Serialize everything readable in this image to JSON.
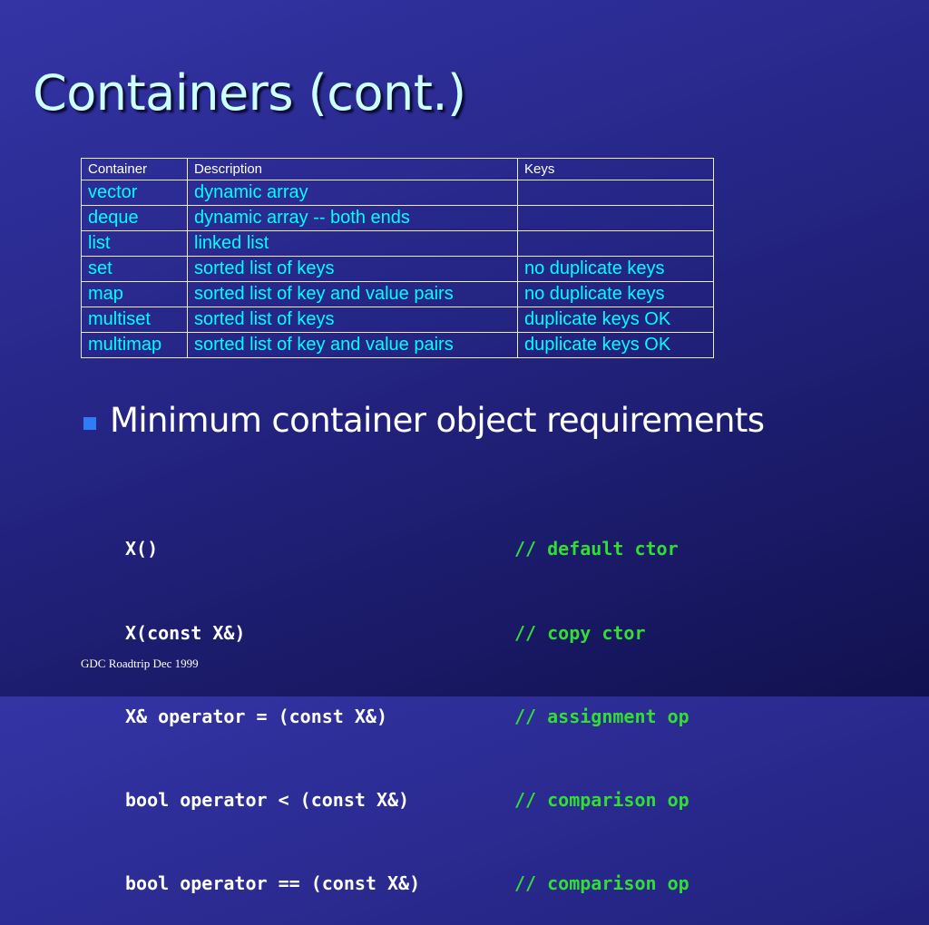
{
  "slide": {
    "title": "Containers (cont.)",
    "footer": "GDC Roadtrip Dec 1999"
  },
  "table": {
    "headers": [
      "Container",
      "Description",
      "Keys"
    ],
    "rows": [
      [
        "vector",
        "dynamic array",
        ""
      ],
      [
        "deque",
        "dynamic array -- both ends",
        ""
      ],
      [
        "list",
        "linked list",
        ""
      ],
      [
        "set",
        "sorted list of keys",
        "no duplicate keys"
      ],
      [
        "map",
        "sorted list of key and value pairs",
        "no duplicate keys"
      ],
      [
        "multiset",
        "sorted list of keys",
        "duplicate keys OK"
      ],
      [
        "multimap",
        "sorted list of key and value pairs",
        "duplicate keys OK"
      ]
    ]
  },
  "bullet": {
    "text": "Minimum container object requirements",
    "icon": "square-bullet-icon"
  },
  "code": [
    {
      "signature": "X()",
      "comment": "// default ctor"
    },
    {
      "signature": "X(const X&)",
      "comment": "// copy ctor"
    },
    {
      "signature": "X& operator = (const X&)",
      "comment": "// assignment op"
    },
    {
      "signature": "bool operator < (const X&)",
      "comment": "// comparison op"
    },
    {
      "signature": "bool operator == (const X&)",
      "comment": "// comparison op"
    }
  ],
  "colors": {
    "title": "#ccffff",
    "table_text": "#00ffff",
    "bullet_icon": "#2f7df5",
    "code_comment": "#33dd33"
  }
}
